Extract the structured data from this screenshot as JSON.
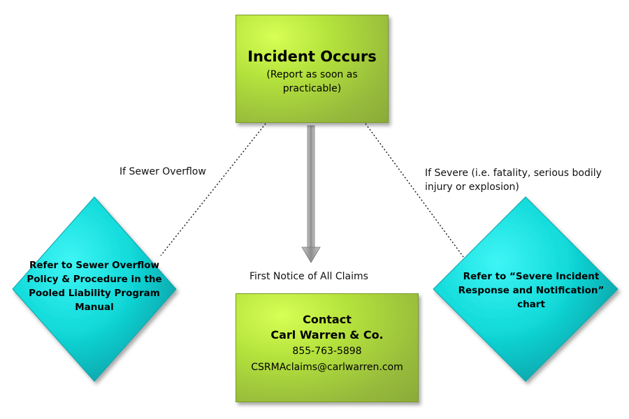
{
  "incident": {
    "title": "Incident Occurs",
    "subtitle": "(Report as soon as practicable)"
  },
  "branches": {
    "sewer_label": "If Sewer Overflow",
    "severe_label": "If Severe (i.e. fatality, serious bodily injury or explosion)",
    "first_notice_label": "First Notice of All Claims"
  },
  "left_diamond": {
    "text": "Refer to Sewer Overflow Policy & Procedure in the Pooled Liability Program Manual"
  },
  "right_diamond": {
    "text": "Refer to “Severe Incident Response and Notification” chart"
  },
  "contact": {
    "heading": "Contact",
    "company": "Carl Warren & Co.",
    "phone": "855-763-5898",
    "email": "CSRMAclaims@carlwarren.com"
  },
  "colors": {
    "box_fill": "#a8d63c",
    "diamond_fill": "#19cfd2",
    "arrow": "#9a9a9a"
  }
}
